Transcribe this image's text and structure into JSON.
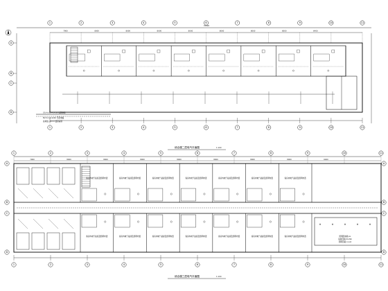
{
  "drawing": {
    "plan_upper": {
      "title": "综合楼二层电气平面图",
      "scale": "1:100",
      "overall_dim": "70400",
      "bay_dims": [
        "7900",
        "8000",
        "8000",
        "8000",
        "8000",
        "8000",
        "8000",
        "8000",
        "6400"
      ],
      "axis_labels": [
        "1",
        "2",
        "3",
        "4",
        "5",
        "6",
        "7",
        "8",
        "9",
        "10",
        "11"
      ],
      "side_axes": [
        "A",
        "B",
        "C",
        "D"
      ],
      "legend": [
        "YJV-4×95+1×50 电源进线",
        "BV-5×16-SC40 至配电箱",
        "接地线 -40×4 镀锌扁钢"
      ]
    },
    "plan_lower": {
      "title": "综合楼三层电气平面图",
      "scale": "1:100",
      "overall_dim": "70400",
      "bay_dims": [
        "7900",
        "8000",
        "8000",
        "8000",
        "8000",
        "8000",
        "8000",
        "8000",
        "6400"
      ],
      "axis_labels": [
        "1",
        "2",
        "3",
        "4",
        "5",
        "6",
        "7",
        "8",
        "9",
        "10",
        "11"
      ],
      "side_axes": [
        "A",
        "B",
        "C",
        "D"
      ],
      "room_note": "客房内电气插座及照明布置",
      "legend": [
        "照明配电箱 AL",
        "插座回路 N1-N6",
        "照明回路 L1-L6"
      ]
    }
  }
}
